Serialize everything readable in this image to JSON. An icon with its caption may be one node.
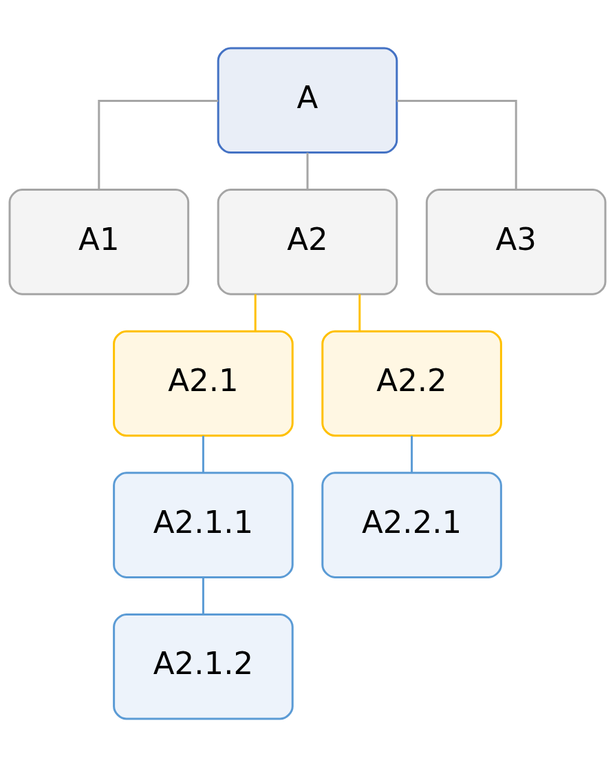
{
  "diagram": {
    "nodes": [
      {
        "text": [
          "A"
        ]
      },
      {
        "text": [
          "A1"
        ]
      },
      {
        "text": [
          "A2"
        ]
      },
      {
        "text": [
          "A3"
        ]
      },
      {
        "text": [
          "A2.1"
        ]
      },
      {
        "text": [
          "A2.2"
        ]
      },
      {
        "text": [
          "A2.1.1"
        ]
      },
      {
        "text": [
          "A2.2.1"
        ]
      },
      {
        "text": [
          "A2.1.2"
        ]
      }
    ],
    "edges": [
      {
        "from": 0,
        "to": 1,
        "arrow": "none"
      },
      {
        "from": 0,
        "to": 2,
        "arrow": "none"
      },
      {
        "from": 0,
        "to": 3,
        "arrow": "none"
      },
      {
        "from": 2,
        "to": 4,
        "arrow": "none",
        "color": "#ffc000"
      },
      {
        "from": 2,
        "to": 5,
        "arrow": "none",
        "color": "#ffc000"
      },
      {
        "from": 4,
        "to": 6,
        "arrow": "none",
        "color": "#5b9bd5"
      },
      {
        "from": 5,
        "to": 7,
        "arrow": "none",
        "color": "#5b9bd5"
      },
      {
        "from": 6,
        "to": 8,
        "arrow": "none",
        "color": "#5b9bd5"
      }
    ]
  }
}
